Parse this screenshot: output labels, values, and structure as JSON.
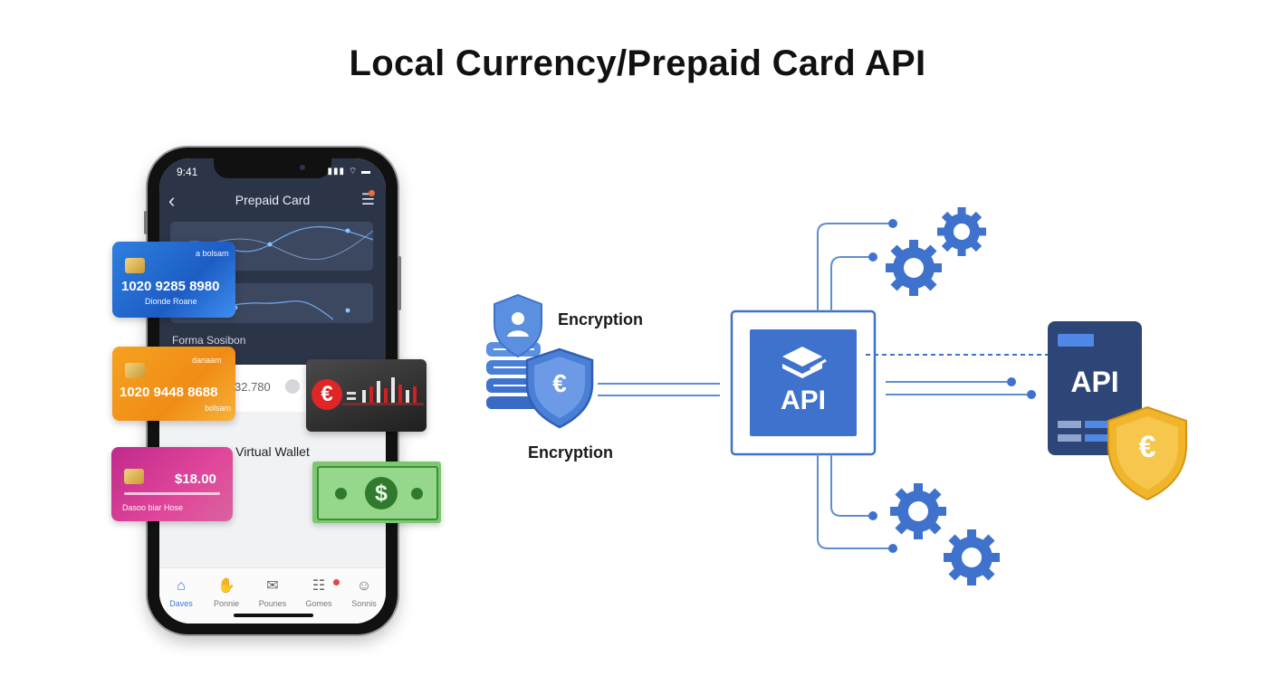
{
  "title": "Local Currency/Prepaid Card API",
  "phone": {
    "time": "9:41",
    "header_title": "Prepaid Card",
    "section_label": "Forma Sosibon",
    "balance": "32.780",
    "wallet_label": "Virtual Wallet",
    "tabs": [
      {
        "label": "Daves",
        "icon": "home-icon",
        "active": true
      },
      {
        "label": "Ponnie",
        "icon": "handshake-icon",
        "active": false
      },
      {
        "label": "Pounes",
        "icon": "mail-icon",
        "active": false
      },
      {
        "label": "Gomes",
        "icon": "list-icon",
        "active": false
      },
      {
        "label": "Sonnis",
        "icon": "person-icon",
        "active": false
      }
    ]
  },
  "cards": {
    "blue": {
      "number": "1020 9285 8980",
      "sub": "Dionde Roane",
      "top": "a bolsam"
    },
    "orange": {
      "number": "1020 9448 8688",
      "top": "danaam",
      "sub": "bolsam"
    },
    "pink": {
      "amount": "$18.00",
      "sub": "Dasoo biar Hose"
    }
  },
  "money": {
    "euro_symbol": "€",
    "dollar_symbol": "$"
  },
  "diagram": {
    "encryption_top": "Encryption",
    "encryption_bottom": "Encryption",
    "api_center": "API",
    "api_right": "API",
    "euro_symbol": "€"
  },
  "colors": {
    "accent_blue": "#3f72cc",
    "light_blue": "#5b8fe0",
    "gold": "#f1b52c",
    "navy": "#2d4677"
  }
}
